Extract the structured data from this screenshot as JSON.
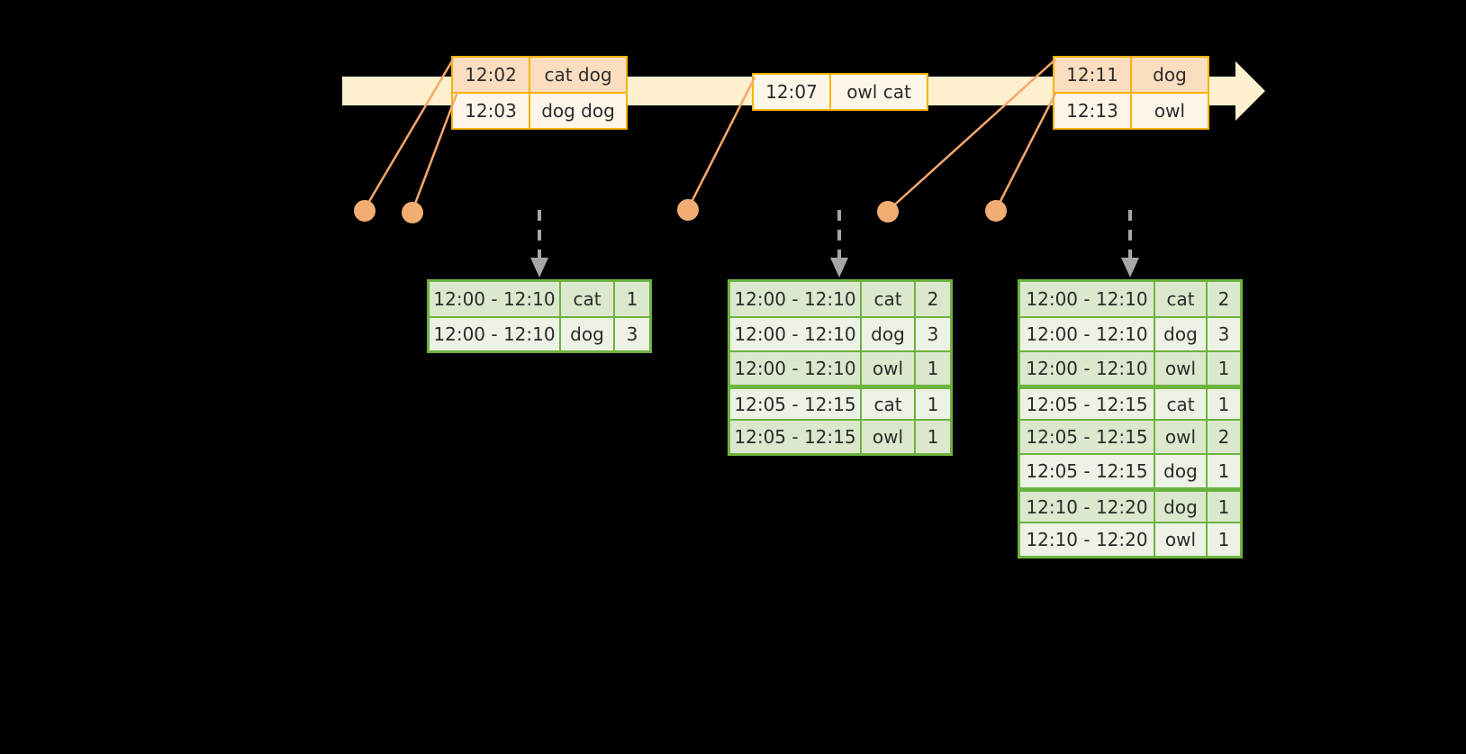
{
  "timeline": {
    "name": "event-stream-timeline",
    "direction": "left-to-right",
    "events": [
      {
        "group_id": "event-group-1",
        "rows": [
          {
            "time": "12:02",
            "value": "cat dog"
          },
          {
            "time": "12:03",
            "value": "dog dog"
          }
        ]
      },
      {
        "group_id": "event-group-2",
        "rows": [
          {
            "time": "12:07",
            "value": "owl cat"
          }
        ]
      },
      {
        "group_id": "event-group-3",
        "rows": [
          {
            "time": "12:11",
            "value": "dog"
          },
          {
            "time": "12:13",
            "value": "owl"
          }
        ]
      }
    ]
  },
  "markers": [
    {
      "id": "marker-1",
      "label": "12:02"
    },
    {
      "id": "marker-2",
      "label": "12:03"
    },
    {
      "id": "marker-3",
      "label": "12:07"
    },
    {
      "id": "marker-4",
      "label": "12:11"
    },
    {
      "id": "marker-5",
      "label": "12:13"
    }
  ],
  "result_tables": [
    {
      "id": "result-table-1",
      "rows": [
        {
          "window": "12:00 - 12:10",
          "key": "cat",
          "count": "1",
          "band": 0
        },
        {
          "window": "12:00 - 12:10",
          "key": "dog",
          "count": "3",
          "band": 0
        }
      ]
    },
    {
      "id": "result-table-2",
      "rows": [
        {
          "window": "12:00 - 12:10",
          "key": "cat",
          "count": "2",
          "band": 0
        },
        {
          "window": "12:00 - 12:10",
          "key": "dog",
          "count": "3",
          "band": 0
        },
        {
          "window": "12:00 - 12:10",
          "key": "owl",
          "count": "1",
          "band": 0
        },
        {
          "window": "12:05 - 12:15",
          "key": "cat",
          "count": "1",
          "band": 1
        },
        {
          "window": "12:05 - 12:15",
          "key": "owl",
          "count": "1",
          "band": 1
        }
      ]
    },
    {
      "id": "result-table-3",
      "rows": [
        {
          "window": "12:00 - 12:10",
          "key": "cat",
          "count": "2",
          "band": 0
        },
        {
          "window": "12:00 - 12:10",
          "key": "dog",
          "count": "3",
          "band": 0
        },
        {
          "window": "12:00 - 12:10",
          "key": "owl",
          "count": "1",
          "band": 0
        },
        {
          "window": "12:05 - 12:15",
          "key": "cat",
          "count": "1",
          "band": 1
        },
        {
          "window": "12:05 - 12:15",
          "key": "owl",
          "count": "2",
          "band": 1
        },
        {
          "window": "12:05 - 12:15",
          "key": "dog",
          "count": "1",
          "band": 1
        },
        {
          "window": "12:10 - 12:20",
          "key": "dog",
          "count": "1",
          "band": 2
        },
        {
          "window": "12:10 - 12:20",
          "key": "owl",
          "count": "1",
          "band": 2
        }
      ]
    }
  ],
  "colors": {
    "background": "#000000",
    "timeline_bar": "#FDF0CE",
    "event_border": "#F5B301",
    "event_fill": "#FFF6EA",
    "event_fill_shaded": "#FBDEC0",
    "marker_dot": "#F2AE72",
    "connector_line": "#F5A86B",
    "table_border": "#6CB33F",
    "table_fill_light": "#ECF2E6",
    "table_fill_dark": "#DCE8CE",
    "arrow_gray": "#A6A6A6",
    "text": "#2B2B2B"
  }
}
